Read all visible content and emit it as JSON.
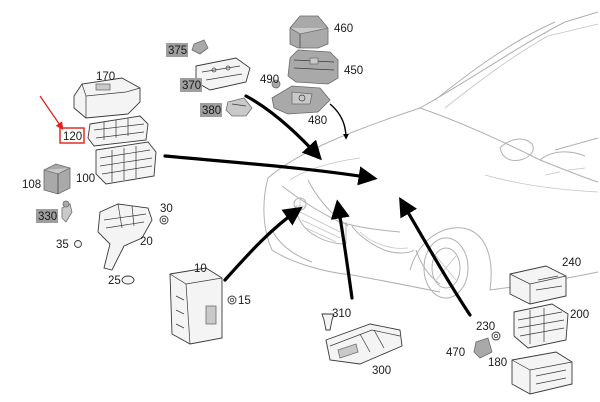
{
  "diagram": {
    "highlight_color": "#e0201b",
    "label_box_color": "#9e9e9e",
    "callouts": {
      "c460": "460",
      "c375": "375",
      "c450": "450",
      "c370": "370",
      "c490": "490",
      "c170": "170",
      "c380": "380",
      "c480": "480",
      "c120": "120",
      "c108": "108",
      "c100": "100",
      "c330": "330",
      "c30": "30",
      "c35": "35",
      "c20": "20",
      "c25": "25",
      "c10": "10",
      "c15": "15",
      "c240": "240",
      "c310": "310",
      "c230": "230",
      "c200": "200",
      "c470": "470",
      "c180": "180",
      "c300": "300"
    }
  }
}
